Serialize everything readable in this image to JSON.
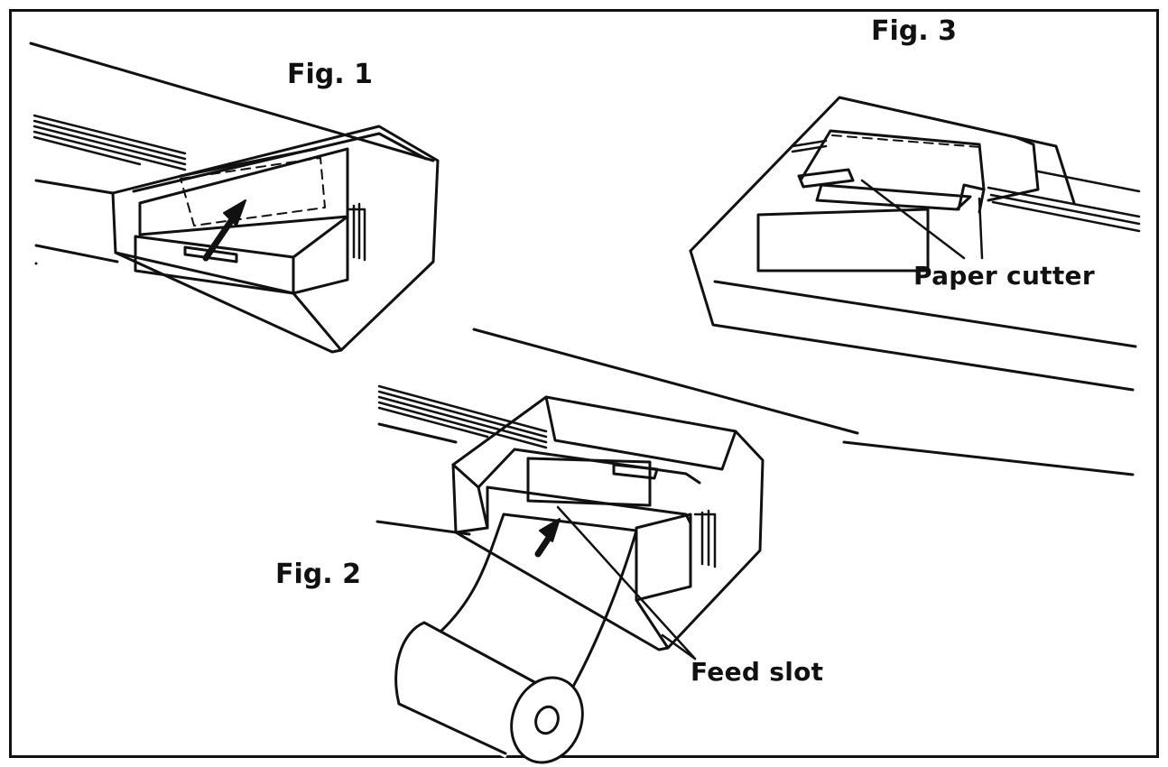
{
  "figures": {
    "fig1": {
      "title": "Fig. 1"
    },
    "fig2": {
      "title": "Fig. 2"
    },
    "fig3": {
      "title": "Fig. 3"
    }
  },
  "callouts": {
    "feed_slot": "Feed slot",
    "paper_cutter": "Paper cutter"
  },
  "colors": {
    "ink": "#111111",
    "paper": "#ffffff"
  }
}
